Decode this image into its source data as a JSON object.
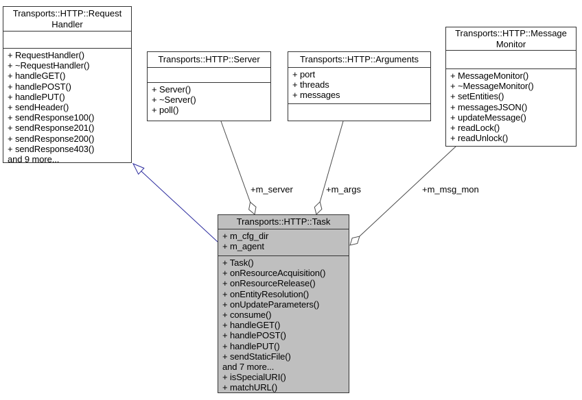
{
  "classes": {
    "request_handler": {
      "title": "Transports::HTTP::Request Handler",
      "attributes": [],
      "methods": [
        "+ RequestHandler()",
        "+ ~RequestHandler()",
        "+ handleGET()",
        "+ handlePOST()",
        "+ handlePUT()",
        "+ sendHeader()",
        "+ sendResponse100()",
        "+ sendResponse201()",
        "+ sendResponse200()",
        "+ sendResponse403()",
        "and 9 more..."
      ]
    },
    "server": {
      "title": "Transports::HTTP::Server",
      "attributes": [],
      "methods": [
        "+ Server()",
        "+ ~Server()",
        "+ poll()"
      ]
    },
    "arguments": {
      "title": "Transports::HTTP::Arguments",
      "attributes": [
        "+ port",
        "+ threads",
        "+ messages"
      ],
      "methods": []
    },
    "message_monitor": {
      "title": "Transports::HTTP::Message Monitor",
      "attributes": [],
      "methods": [
        "+ MessageMonitor()",
        "+ ~MessageMonitor()",
        "+ setEntities()",
        "+ messagesJSON()",
        "+ updateMessage()",
        "+ readLock()",
        "+ readUnlock()"
      ]
    },
    "task": {
      "title": "Transports::HTTP::Task",
      "attributes": [
        "+ m_cfg_dir",
        "+ m_agent"
      ],
      "methods": [
        "+ Task()",
        "+ onResourceAcquisition()",
        "+ onResourceRelease()",
        "+ onEntityResolution()",
        "+ onUpdateParameters()",
        "+ consume()",
        "+ handleGET()",
        "+ handlePOST()",
        "+ handlePUT()",
        "+ sendStaticFile()",
        "and 7 more...",
        "+ isSpecialURI()",
        "+ matchURL()"
      ]
    }
  },
  "edges": [
    {
      "label": "+m_server",
      "type": "aggregation",
      "from": "server",
      "to": "task"
    },
    {
      "label": "+m_args",
      "type": "aggregation",
      "from": "arguments",
      "to": "task"
    },
    {
      "label": "+m_msg_mon",
      "type": "aggregation",
      "from": "message_monitor",
      "to": "task"
    },
    {
      "label": "",
      "type": "inheritance",
      "from": "task",
      "to": "request_handler"
    }
  ],
  "colors": {
    "background": "#ffffff",
    "box_fill": "#ffffff",
    "task_fill": "#bfbfbf",
    "border": "#333333",
    "edge_line": "#4a4a4a",
    "inheritance_line": "#2b2b9e",
    "text": "#000000"
  }
}
